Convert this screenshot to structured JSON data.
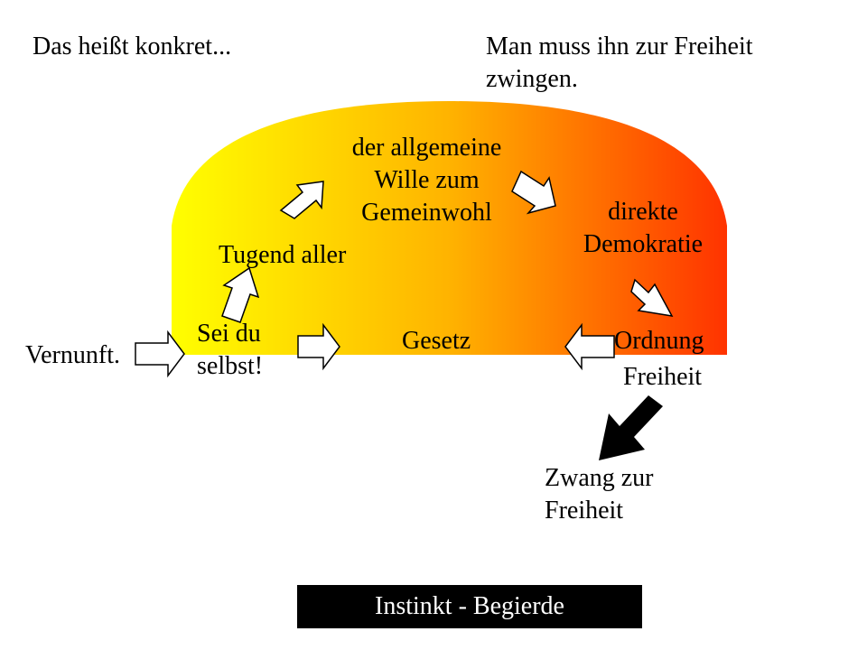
{
  "heading_left": "Das heißt konkret...",
  "heading_right": [
    "Man muss ihn zur Freiheit",
    "zwingen."
  ],
  "labels": {
    "vernunft": "Vernunft.",
    "sei": [
      "Sei du",
      "selbst!"
    ],
    "tugend": "Tugend aller",
    "wille": [
      "der allgemeine",
      "Wille zum",
      "Gemeinwohl"
    ],
    "demokratie": [
      "direkte",
      "Demokratie"
    ],
    "gesetz": "Gesetz",
    "ordnung": "Ordnung",
    "freiheit": "Freiheit",
    "zwang": [
      "Zwang zur",
      "Freiheit"
    ]
  },
  "bottom_box": "Instinkt - Begierde",
  "colors": {
    "gradient_start": "#ffff00",
    "gradient_mid": "#ffb300",
    "gradient_end": "#ff3300",
    "arrow_fill": "#ffffff",
    "arrow_stroke": "#000000",
    "bold_arrow": "#000000",
    "box_background": "#000000",
    "box_text": "#ffffff"
  }
}
